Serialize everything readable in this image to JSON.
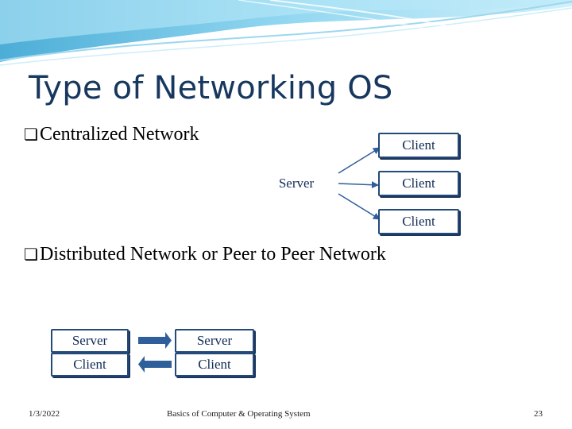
{
  "slide": {
    "title": "Type of Networking OS",
    "bullet_glyph": "❏",
    "bullets": [
      "Centralized Network",
      "Distributed Network or Peer to Peer Network"
    ]
  },
  "centralized": {
    "server": "Server",
    "clients": [
      "Client",
      "Client",
      "Client"
    ]
  },
  "distributed": {
    "left": [
      "Server",
      "Client"
    ],
    "right": [
      "Server",
      "Client"
    ]
  },
  "footer": {
    "date": "1/3/2022",
    "center": "Basics of Computer & Operating System",
    "page": "23"
  },
  "colors": {
    "title": "#17375e",
    "box_border": "#244a7a",
    "arrow": "#2f5f9a",
    "wave": "#8fd3ec"
  }
}
